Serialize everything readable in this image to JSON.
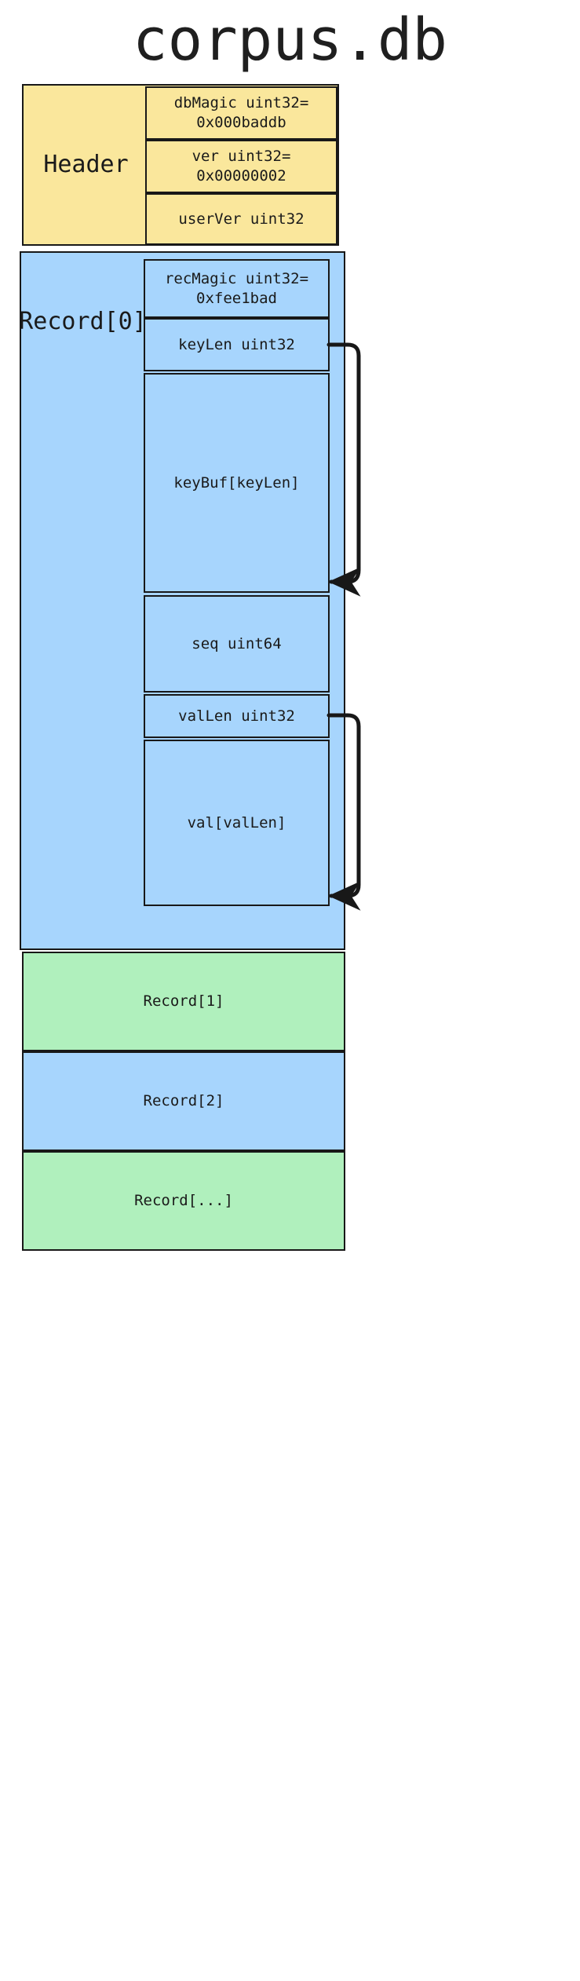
{
  "diagram": {
    "title": "corpus.db",
    "type": "binary-file-format-layout",
    "colors": {
      "header_fill": "#fae79c",
      "record_fill_blue": "#a7d5fd",
      "record_fill_green": "#b0f0bd",
      "stroke": "#181818",
      "background": "#ffffff",
      "text": "#1a1a1a"
    },
    "sections": [
      {
        "label": "Header",
        "fill": "header_fill",
        "fields": [
          {
            "name": "dbMagic",
            "type": "uint32",
            "value": "0x000baddb",
            "text": "dbMagic uint32=\n0x000baddb"
          },
          {
            "name": "ver",
            "type": "uint32",
            "value": "0x00000002",
            "text": "ver uint32=\n0x00000002"
          },
          {
            "name": "userVer",
            "type": "uint32",
            "value": "",
            "text": "userVer uint32"
          }
        ]
      },
      {
        "label": "Record[0]",
        "fill": "record_fill_blue",
        "fields": [
          {
            "name": "recMagic",
            "type": "uint32",
            "value": "0xfee1bad",
            "text": "recMagic uint32=\n0xfee1bad"
          },
          {
            "name": "keyLen",
            "type": "uint32",
            "value": "",
            "text": "keyLen uint32"
          },
          {
            "name": "keyBuf",
            "type": "array",
            "value": "keyLen",
            "text": "keyBuf[keyLen]"
          },
          {
            "name": "seq",
            "type": "uint64",
            "value": "",
            "text": "seq uint64"
          },
          {
            "name": "valLen",
            "type": "uint32",
            "value": "",
            "text": "valLen uint32"
          },
          {
            "name": "val",
            "type": "array",
            "value": "valLen",
            "text": "val[valLen]"
          }
        ]
      }
    ],
    "trailing_records": [
      {
        "label": "Record[1]",
        "fill": "record_fill_green"
      },
      {
        "label": "Record[2]",
        "fill": "record_fill_blue"
      },
      {
        "label": "Record[...]",
        "fill": "record_fill_green"
      }
    ],
    "arrows": [
      {
        "name": "keylen-sizes-keybuf",
        "from": "keyLen",
        "to": "keyBuf",
        "direction": "left"
      },
      {
        "name": "vallen-sizes-val",
        "from": "valLen",
        "to": "val",
        "direction": "left"
      }
    ]
  }
}
